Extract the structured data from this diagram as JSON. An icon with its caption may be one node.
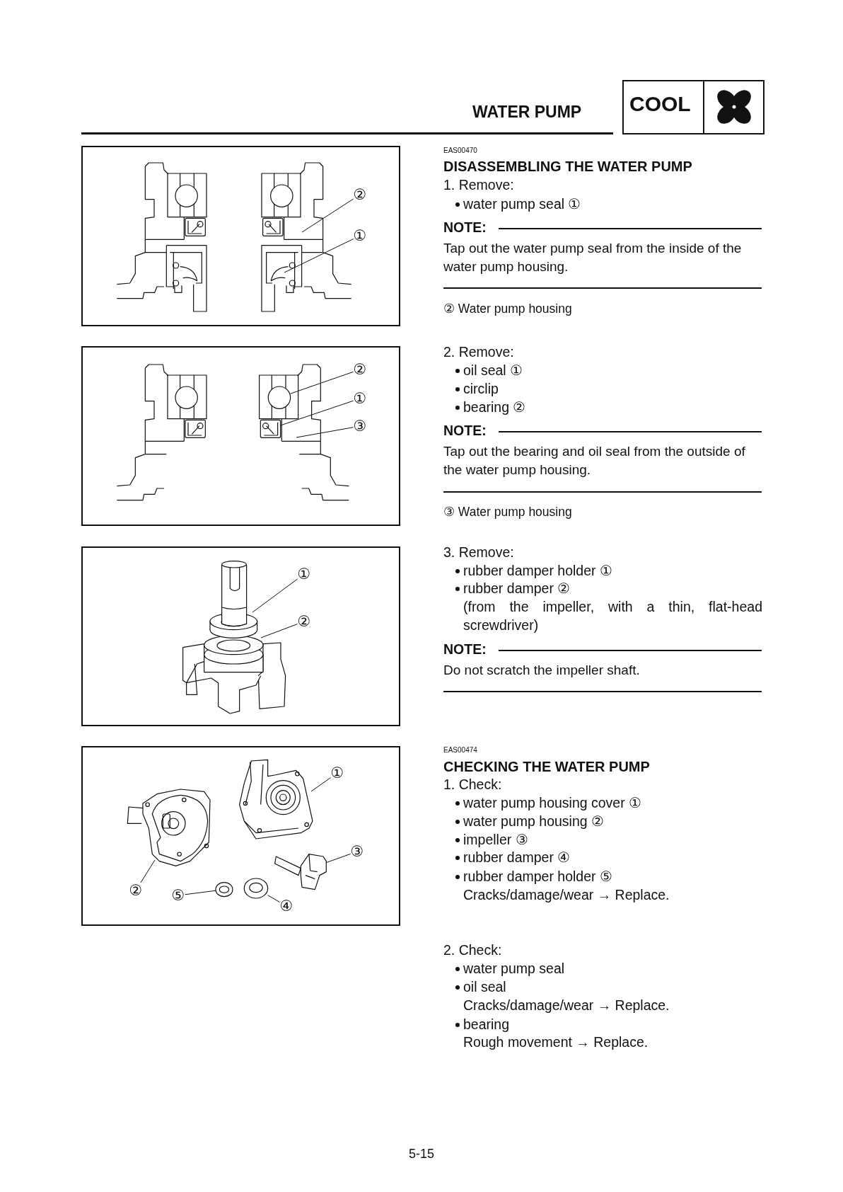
{
  "diagram": {
    "title": "WATER PUMP",
    "nodes": [
      {
        "text": [
          "②"
        ]
      },
      {
        "text": [
          "①"
        ]
      },
      {
        "text": [
          "②"
        ]
      },
      {
        "text": [
          "①"
        ]
      },
      {
        "text": [
          "③"
        ]
      },
      {
        "text": [
          "①"
        ]
      },
      {
        "text": [
          "②"
        ]
      },
      {
        "text": [
          "①"
        ]
      },
      {
        "text": [
          "②"
        ]
      },
      {
        "text": [
          "③"
        ]
      },
      {
        "text": [
          "④"
        ]
      },
      {
        "text": [
          "⑤"
        ]
      },
      {
        "text": [],
        "shape": "circle"
      },
      {
        "text": [],
        "shape": "picture"
      },
      {
        "text": [],
        "shape": "picture"
      },
      {
        "text": [],
        "shape": "picture"
      },
      {
        "text": [],
        "shape": "picture"
      }
    ],
    "edges": [
      {
        "from": 0,
        "to": null,
        "arrow": "none"
      },
      {
        "from": 1,
        "to": null,
        "arrow": "none"
      },
      {
        "from": 2,
        "to": 12,
        "arrow": "none"
      },
      {
        "from": 3,
        "to": 13,
        "arrow": "none"
      },
      {
        "from": 4,
        "to": null,
        "arrow": "none"
      },
      {
        "from": 5,
        "to": null,
        "arrow": "none"
      },
      {
        "from": 6,
        "to": null,
        "arrow": "none"
      },
      {
        "from": 7,
        "to": null,
        "arrow": "none"
      },
      {
        "from": 8,
        "to": null,
        "arrow": "none"
      },
      {
        "from": 9,
        "to": 14,
        "arrow": "none"
      },
      {
        "from": 10,
        "to": 15,
        "arrow": "none"
      },
      {
        "from": 11,
        "to": 16,
        "arrow": "none"
      }
    ],
    "labels": [
      "COOL",
      "EAS00470",
      "DISASSEMBLING THE WATER PUMP",
      "1. Remove:",
      "water pump seal ①",
      "NOTE:",
      "Tap out the water pump seal from the inside of the water pump housing.",
      "② Water pump housing",
      "2. Remove:",
      "oil seal ①",
      "circlip",
      "bearing ②",
      "NOTE:",
      "Tap out the bearing and oil seal from the outside of the water pump housing.",
      "③ Water pump housing",
      "3. Remove:",
      "rubber damper holder ①",
      "rubber damper ②",
      "(from the impeller, with a thin, flat-head screwdriver)",
      "NOTE:",
      "Do not scratch the impeller shaft.",
      "EAS00474",
      "CHECKING THE WATER PUMP",
      "1. Check:",
      "water pump housing cover ①",
      "water pump housing ②",
      "impeller ③",
      "rubber damper ④",
      "rubber damper holder ⑤",
      "Cracks/damage/wear → Replace.",
      "2. Check:",
      "water pump seal",
      "oil seal",
      "Cracks/damage/wear → Replace.",
      "bearing",
      "Rough movement → Replace.",
      "5-15"
    ]
  }
}
